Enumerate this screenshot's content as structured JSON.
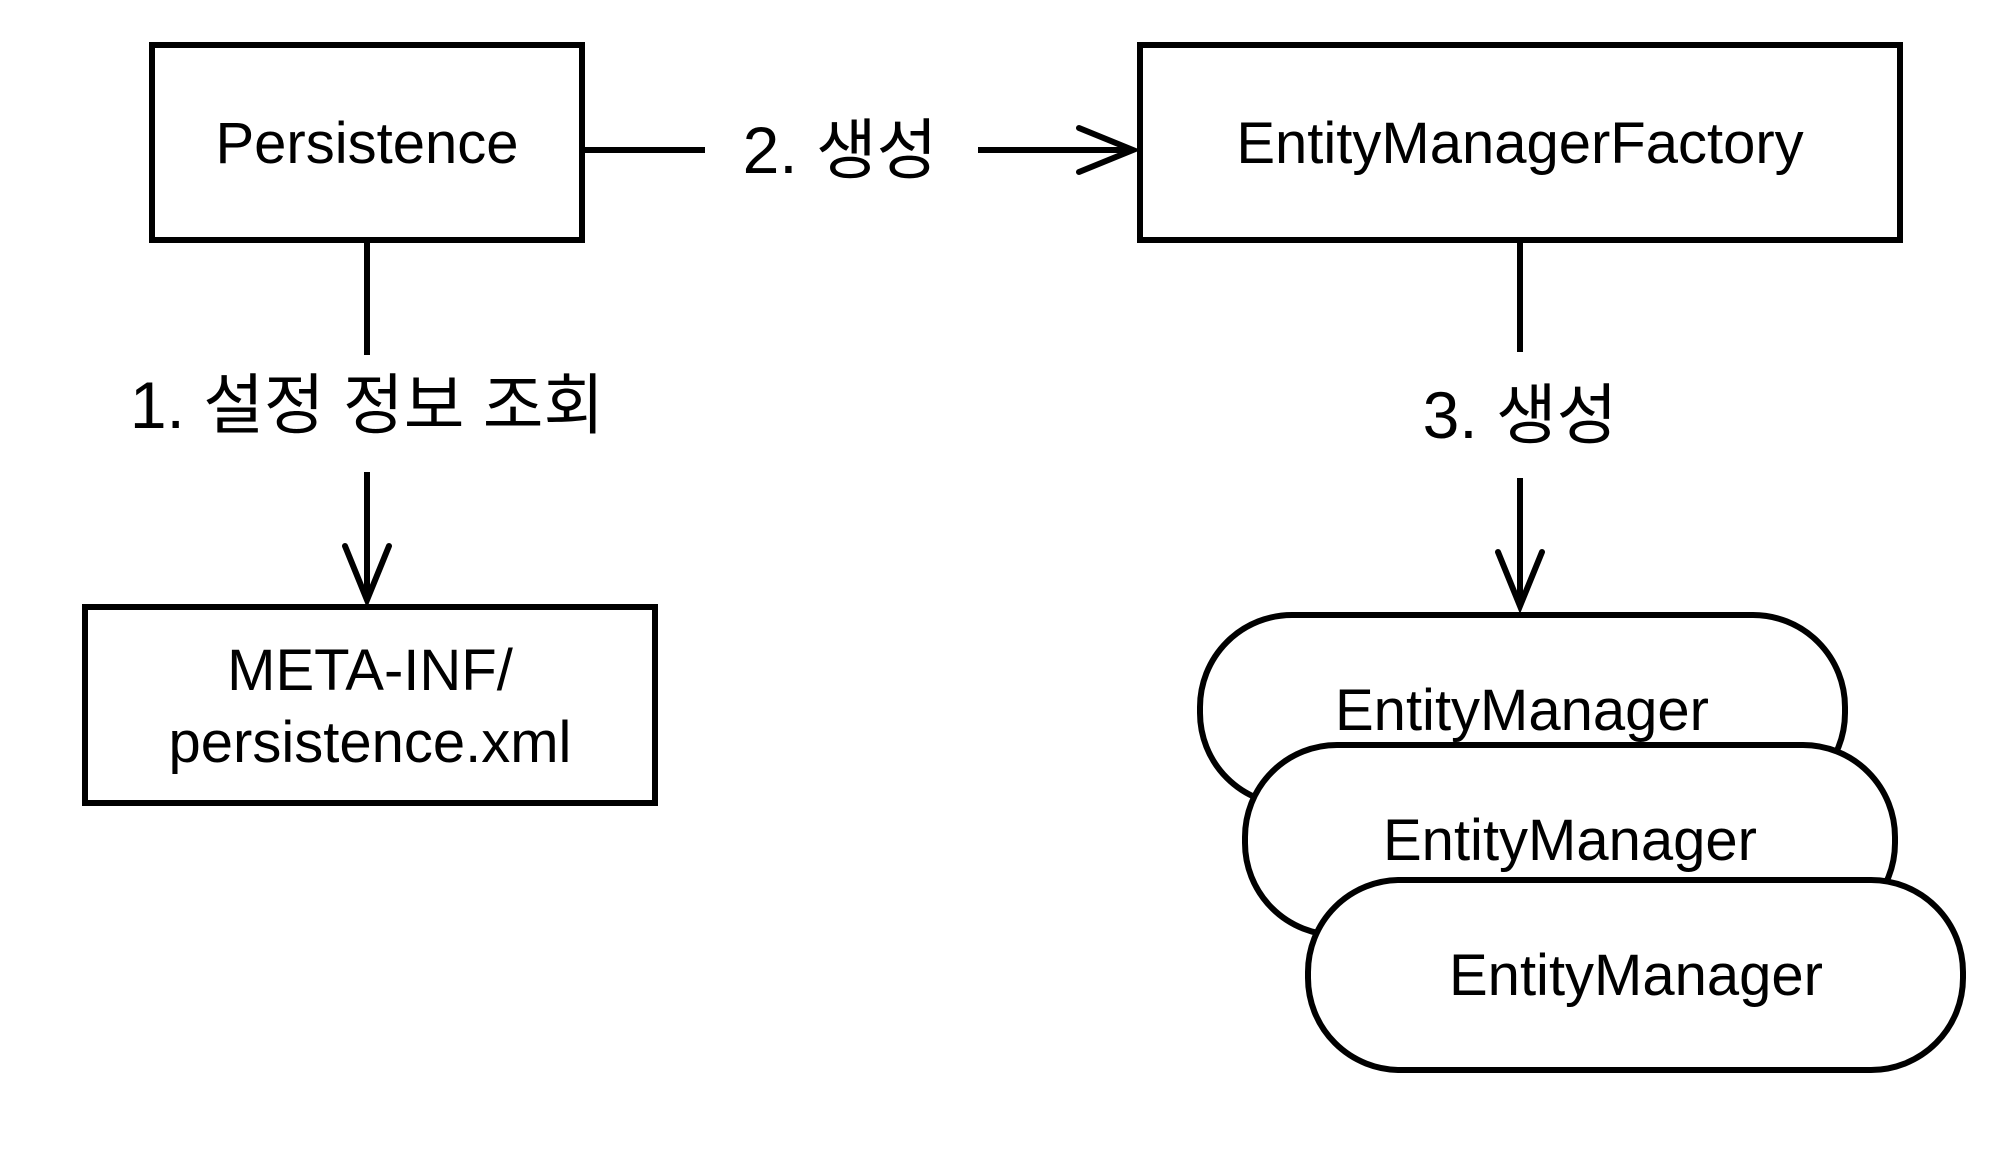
{
  "diagram": {
    "background_color": "#ffffff",
    "stroke_color": "#000000",
    "text_color": "#000000",
    "nodes": {
      "persistence": {
        "label": "Persistence",
        "shape": "rectangle"
      },
      "entity_manager_factory": {
        "label": "EntityManagerFactory",
        "shape": "rectangle"
      },
      "persistence_xml": {
        "label_line1": "META-INF/",
        "label_line2": "persistence.xml",
        "shape": "rectangle"
      },
      "entity_managers": [
        {
          "label": "EntityManager",
          "shape": "stadium"
        },
        {
          "label": "EntityManager",
          "shape": "stadium"
        },
        {
          "label": "EntityManager",
          "shape": "stadium"
        }
      ]
    },
    "edges": [
      {
        "id": "step1",
        "label": "1. 설정 정보 조회",
        "from": "persistence",
        "to": "persistence_xml",
        "direction": "down"
      },
      {
        "id": "step2",
        "label": "2. 생성",
        "from": "persistence",
        "to": "entity_manager_factory",
        "direction": "right"
      },
      {
        "id": "step3",
        "label": "3. 생성",
        "from": "entity_manager_factory",
        "to": "entity_managers",
        "direction": "down"
      }
    ]
  }
}
